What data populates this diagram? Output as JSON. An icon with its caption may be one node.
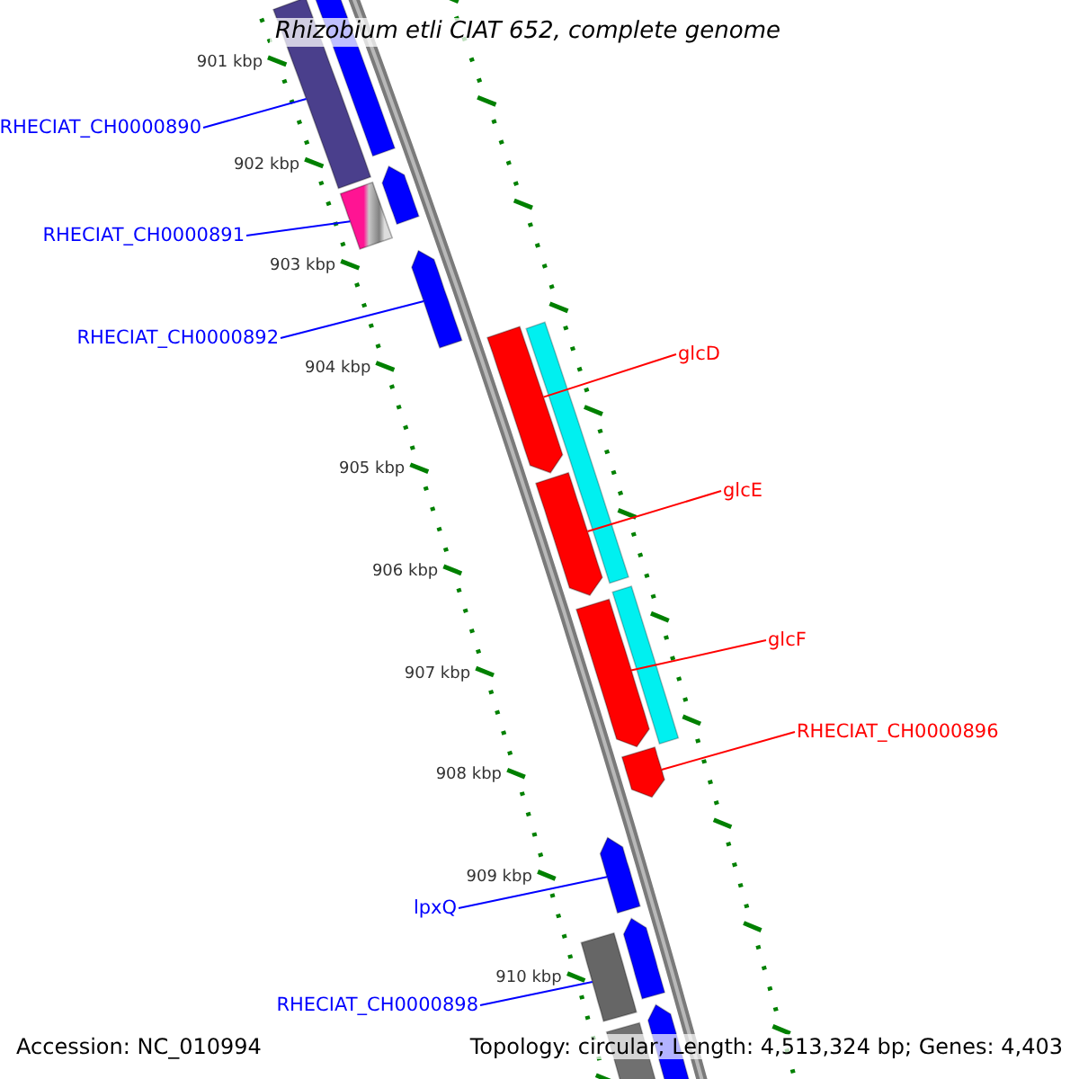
{
  "diagram": {
    "title": "Rhizobium etli CIAT 652, complete genome",
    "nodes": [
      {
        "text": [
          "RHECIAT_CH0000890"
        ]
      },
      {
        "text": [],
        "shape": "bar"
      },
      {
        "text": [
          "RHECIAT_CH0000891"
        ]
      },
      {
        "text": [],
        "shape": "bar"
      },
      {
        "text": [
          "RHECIAT_CH0000892"
        ]
      },
      {
        "text": [],
        "shape": "bar"
      },
      {
        "text": [
          "glcD"
        ]
      },
      {
        "text": [],
        "shape": "bar"
      },
      {
        "text": [
          "glcE"
        ]
      },
      {
        "text": [],
        "shape": "bar"
      },
      {
        "text": [
          "glcF"
        ]
      },
      {
        "text": [],
        "shape": "bar"
      },
      {
        "text": [
          "RHECIAT_CH0000896"
        ]
      },
      {
        "text": [],
        "shape": "bar"
      },
      {
        "text": [
          "lpxQ"
        ]
      },
      {
        "text": [],
        "shape": "bar"
      },
      {
        "text": [
          "RHECIAT_CH0000898"
        ]
      },
      {
        "text": [],
        "shape": "bar"
      }
    ],
    "edges": [
      {
        "from": 0,
        "to": 1,
        "arrow": "none"
      },
      {
        "from": 2,
        "to": 3,
        "arrow": "none"
      },
      {
        "from": 4,
        "to": 5,
        "arrow": "none"
      },
      {
        "from": 6,
        "to": 7,
        "arrow": "none",
        "color": "#ff0000"
      },
      {
        "from": 8,
        "to": 9,
        "arrow": "none",
        "color": "#ff0000"
      },
      {
        "from": 10,
        "to": 11,
        "arrow": "none",
        "color": "#ff0000"
      },
      {
        "from": 12,
        "to": 13,
        "arrow": "none",
        "color": "#ff0000"
      },
      {
        "from": 14,
        "to": 15,
        "arrow": "none"
      },
      {
        "from": 16,
        "to": 17,
        "arrow": "none"
      }
    ],
    "labels": [
      "901 kbp",
      "902 kbp",
      "903 kbp",
      "904 kbp",
      "905 kbp",
      "906 kbp",
      "907 kbp",
      "908 kbp",
      "909 kbp",
      "910 kbp",
      "Accession: NC_010994",
      "Topology: circular; Length: 4,513,324 bp; Genes: 4,403"
    ]
  }
}
